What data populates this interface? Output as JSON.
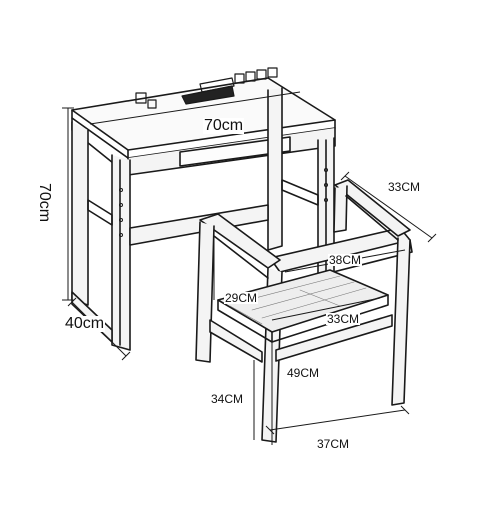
{
  "product": {
    "type": "desk-and-chair-set",
    "style": "pencil-sketch line drawing"
  },
  "dimensions": {
    "desk_width": "70cm",
    "desk_height": "70cm",
    "desk_depth": "40cm",
    "chair_arm_width": "33CM",
    "chair_back_width": "38CM",
    "seat_to_arm_height": "29CM",
    "seat_width": "33CM",
    "chair_total_height": "49CM",
    "seat_height": "34CM",
    "chair_base_width": "37CM"
  },
  "colors": {
    "line": "#1a1a1a",
    "background": "#ffffff",
    "wood_fill": "#f4f4f4"
  }
}
